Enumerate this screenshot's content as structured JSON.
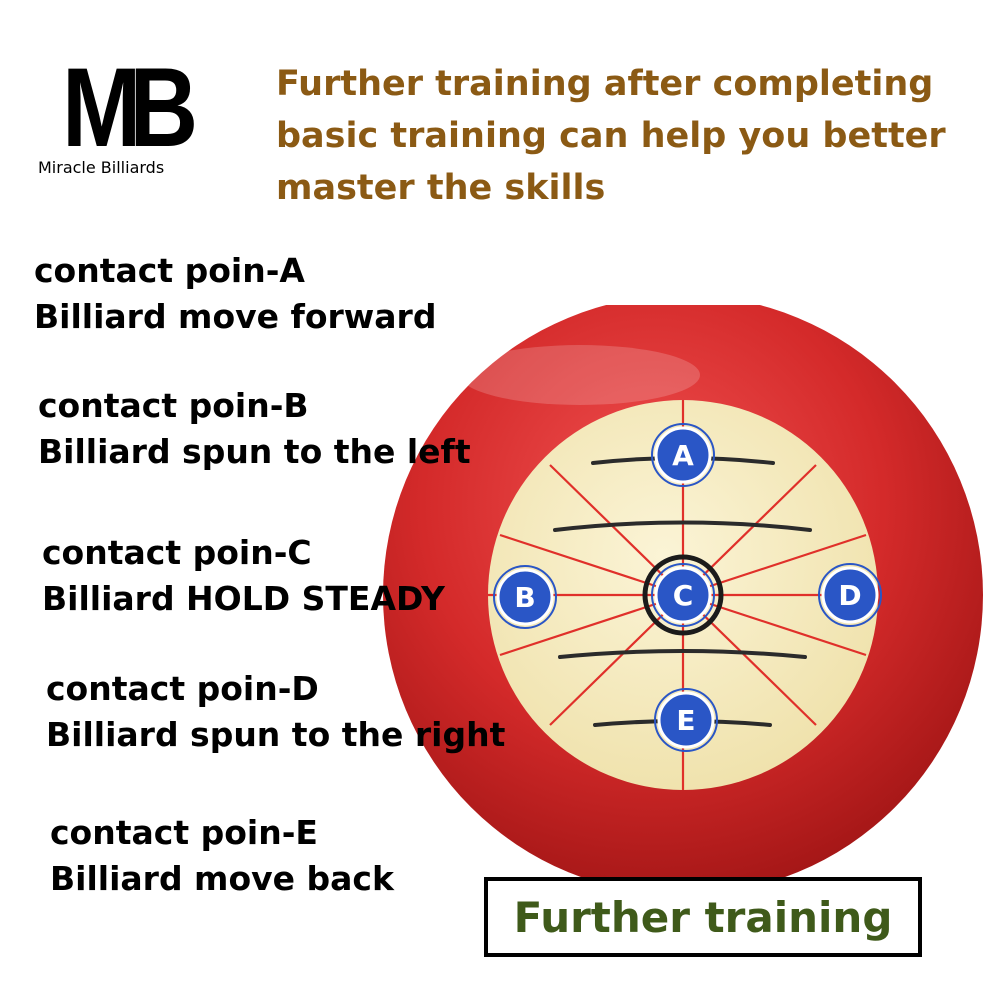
{
  "logo": {
    "mark": "MB",
    "name": "Miracle Billiards"
  },
  "headline": {
    "line1": "Further training after completing",
    "line2": "basic training can help you better",
    "line3": "master the skills"
  },
  "contacts": [
    {
      "title": "contact poin-A",
      "desc": "Billiard move forward"
    },
    {
      "title": "contact poin-B",
      "desc": "Billiard spun to the left"
    },
    {
      "title": "contact poin-C",
      "desc": "Billiard HOLD STEADY"
    },
    {
      "title": "contact poin-D",
      "desc": "Billiard spun to the right"
    },
    {
      "title": "contact poin-E",
      "desc": "Billiard move back"
    }
  ],
  "points": {
    "a": "A",
    "b": "B",
    "c": "C",
    "d": "D",
    "e": "E"
  },
  "badge": {
    "label": "Further training"
  },
  "colors": {
    "headline": "#8b5a14",
    "ball_red": "#d42a2a",
    "ball_face": "#f6ecc4",
    "point_blue": "#2a56c6",
    "badge_text": "#3f5a1a"
  }
}
